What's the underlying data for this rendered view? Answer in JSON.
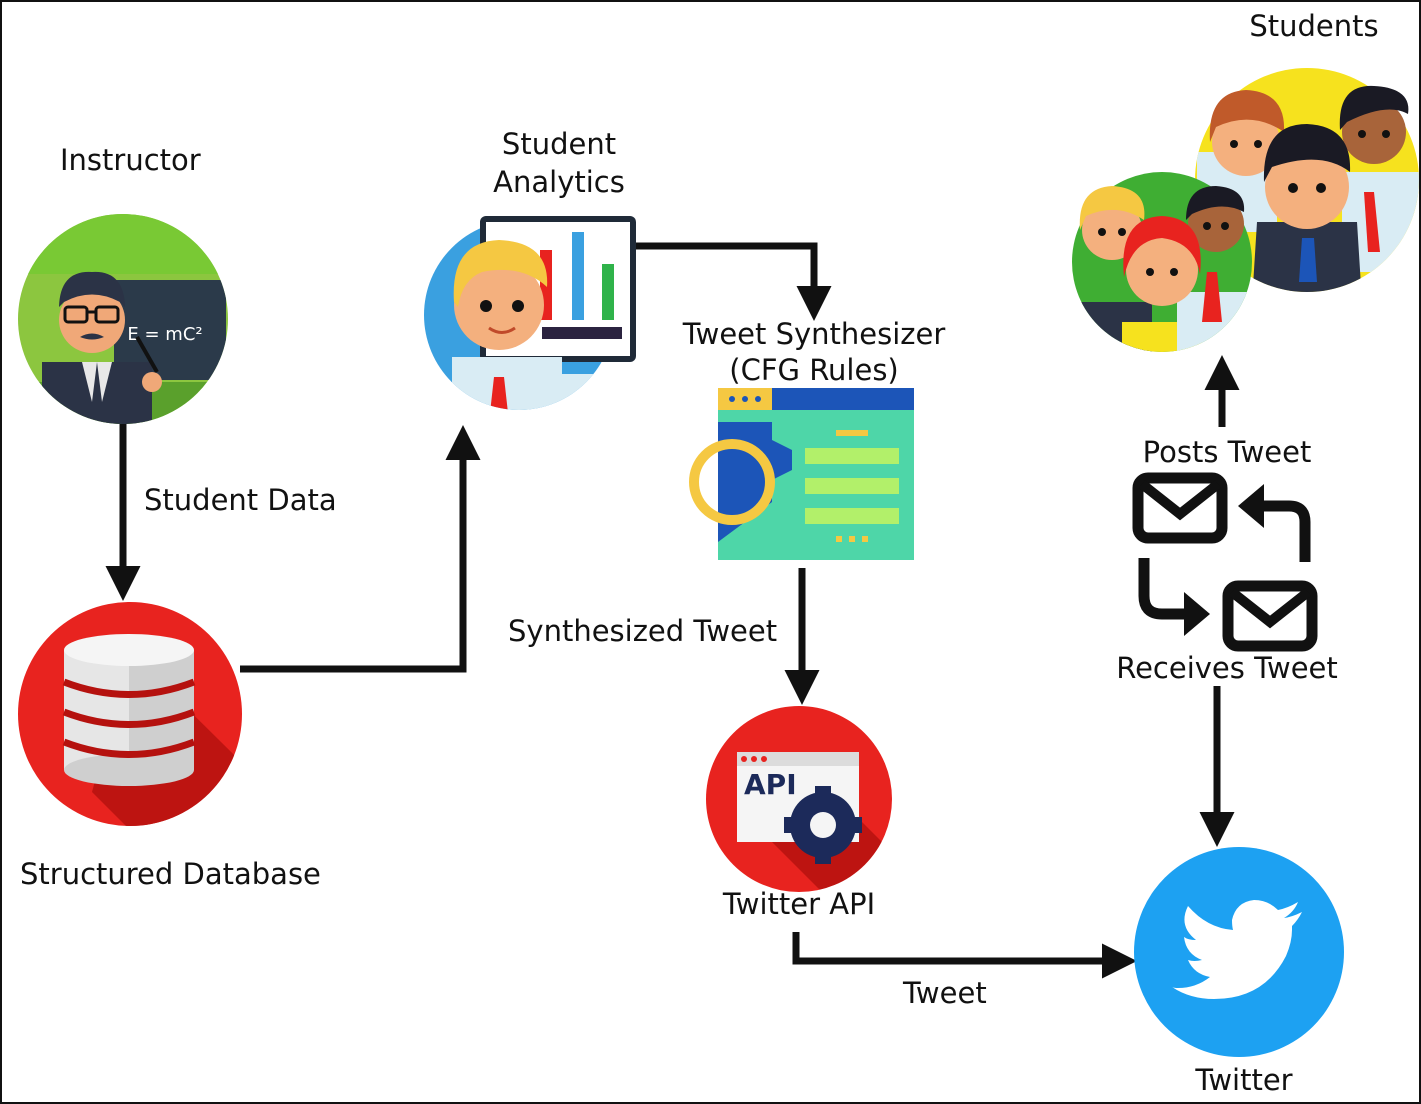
{
  "nodes": {
    "instructor": "Instructor",
    "analytics_line1": "Student",
    "analytics_line2": "Analytics",
    "synth_line1": "Tweet Synthesizer",
    "synth_line2": "(CFG Rules)",
    "database": "Structured Database",
    "twitter_api": "Twitter API",
    "twitter": "Twitter",
    "students": "Students"
  },
  "edges": {
    "student_data": "Student Data",
    "synthesized_tweet": "Synthesized Tweet",
    "tweet": "Tweet",
    "posts_tweet": "Posts Tweet",
    "receives_tweet": "Receives Tweet"
  },
  "icon_text": {
    "formula": "E = mC²",
    "api": "API"
  },
  "colors": {
    "instructor_bg": "#8cc63f",
    "analytics_bg": "#3aa0e0",
    "database_bg": "#e8231f",
    "api_bg": "#e8231f",
    "twitter_bg": "#1da1f2",
    "synth_panel": "#4ed6a8",
    "synth_bar": "#1c55b8"
  }
}
